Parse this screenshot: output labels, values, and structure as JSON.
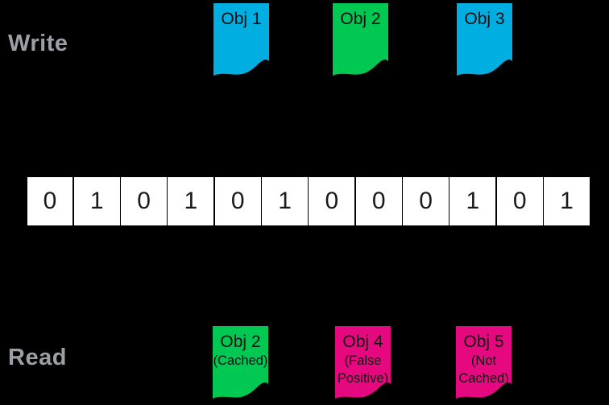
{
  "diagram": {
    "background": "#000000",
    "label_color": "#9BA0A6",
    "write_label": "Write",
    "read_label": "Read"
  },
  "colors": {
    "cyan": "#00AEE2",
    "green": "#00C853",
    "magenta": "#E5087E",
    "tag_text": "#111111",
    "cell_bg": "#FFFFFF",
    "cell_border": "#000000"
  },
  "bit_array": {
    "bits": [
      "0",
      "1",
      "0",
      "1",
      "0",
      "1",
      "0",
      "0",
      "0",
      "1",
      "0",
      "1"
    ]
  },
  "write_tags": [
    {
      "label": "Obj 1",
      "color": "#00AEE2"
    },
    {
      "label": "Obj 2",
      "color": "#00C853"
    },
    {
      "label": "Obj 3",
      "color": "#00AEE2"
    }
  ],
  "read_tags": [
    {
      "label": "Obj 2",
      "sublabel": "(Cached)",
      "color": "#00C853"
    },
    {
      "label": "Obj 4",
      "sublabel": "(False Positive)",
      "color": "#E5087E"
    },
    {
      "label": "Obj 5",
      "sublabel": "(Not Cached)",
      "color": "#E5087E"
    }
  ]
}
